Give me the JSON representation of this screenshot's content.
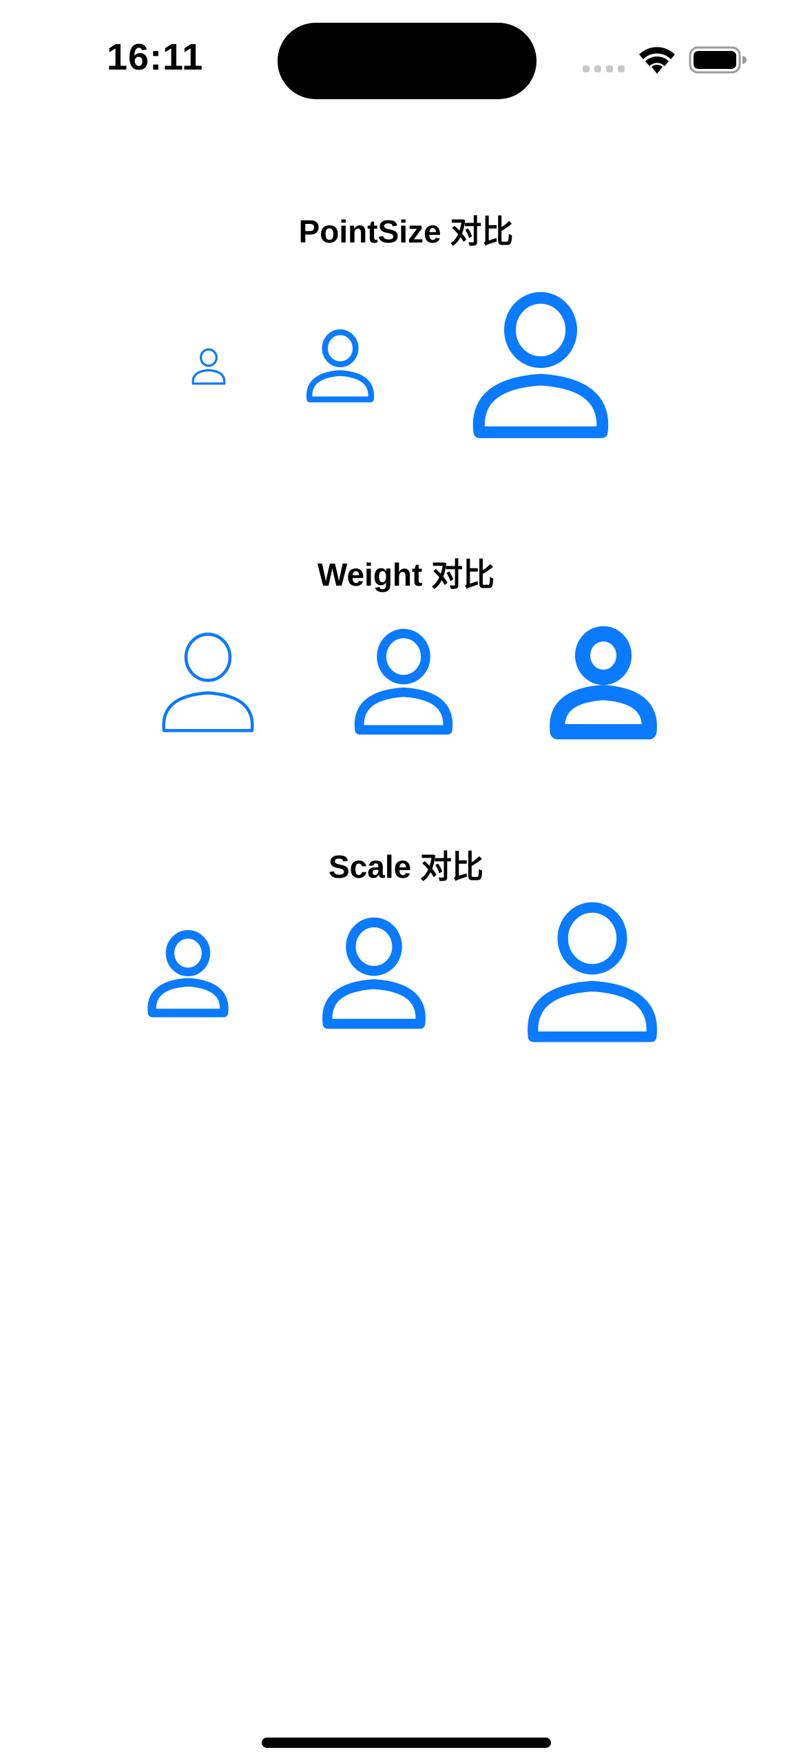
{
  "status_bar": {
    "time": "16:11"
  },
  "sections": [
    {
      "title": "PointSize 对比"
    },
    {
      "title": "Weight 对比"
    },
    {
      "title": "Scale 对比"
    }
  ],
  "icons": {
    "symbol": "person-icon",
    "color": "#0A7AFF"
  }
}
